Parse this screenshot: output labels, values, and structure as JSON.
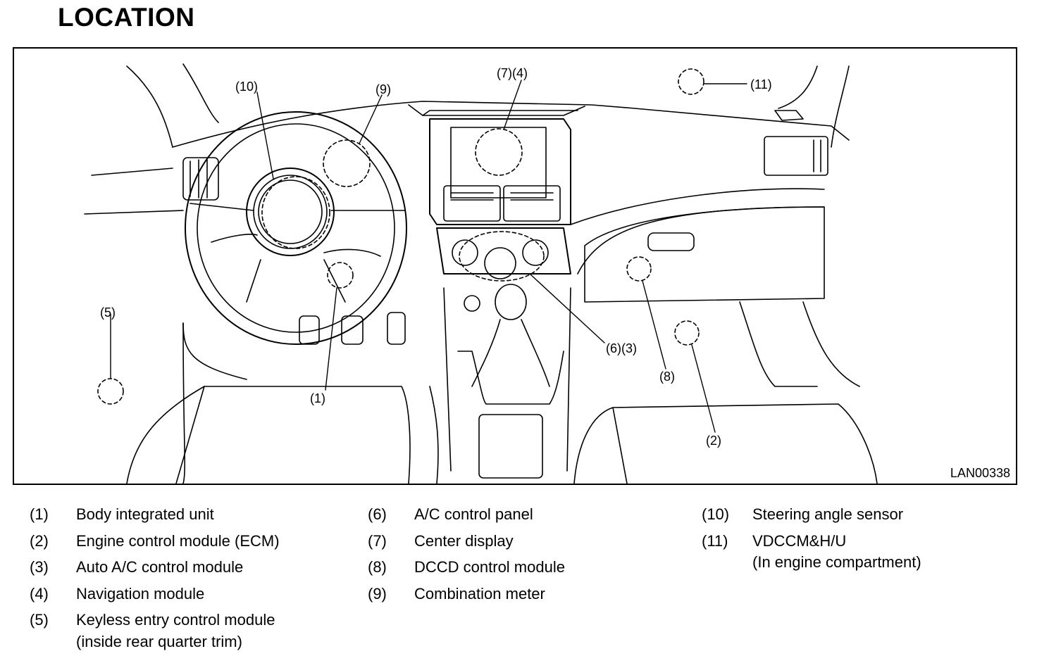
{
  "page_title": "LOCATION",
  "figure_code": "LAN00338",
  "callouts": {
    "c10": "(10)",
    "c9": "(9)",
    "c74": "(7)(4)",
    "c11": "(11)",
    "c5": "(5)",
    "c63": "(6)(3)",
    "c8": "(8)",
    "c1": "(1)",
    "c2": "(2)"
  },
  "legend": {
    "col1": [
      {
        "num": "(1)",
        "label": "Body integrated unit"
      },
      {
        "num": "(2)",
        "label": "Engine control module (ECM)"
      },
      {
        "num": "(3)",
        "label": "Auto A/C control module"
      },
      {
        "num": "(4)",
        "label": "Navigation module"
      },
      {
        "num": "(5)",
        "label": "Keyless entry control module",
        "label2": "(inside rear quarter trim)"
      }
    ],
    "col2": [
      {
        "num": "(6)",
        "label": "A/C control panel"
      },
      {
        "num": "(7)",
        "label": "Center display"
      },
      {
        "num": "(8)",
        "label": "DCCD control module"
      },
      {
        "num": "(9)",
        "label": "Combination meter"
      }
    ],
    "col3": [
      {
        "num": "(10)",
        "label": "Steering angle sensor"
      },
      {
        "num": "(11)",
        "label": "VDCCM&H/U",
        "label2": "(In engine compartment)"
      }
    ]
  }
}
